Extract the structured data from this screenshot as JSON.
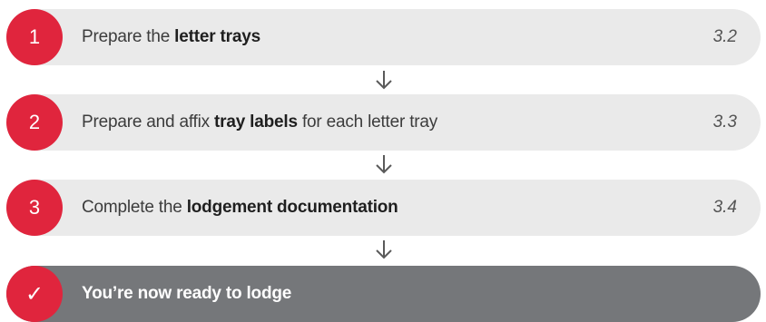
{
  "steps": [
    {
      "number": "1",
      "text_before": "Prepare the ",
      "text_bold": "letter trays",
      "text_after": "",
      "ref": "3.2"
    },
    {
      "number": "2",
      "text_before": "Prepare and affix ",
      "text_bold": "tray labels",
      "text_after": " for each letter tray",
      "ref": "3.3"
    },
    {
      "number": "3",
      "text_before": "Complete the ",
      "text_bold": "lodgement documentation",
      "text_after": "",
      "ref": "3.4"
    }
  ],
  "final_step": {
    "icon": "check-icon",
    "symbol": "✓",
    "text": "You’re now ready to lodge"
  },
  "colors": {
    "accent_red": "#e0253d",
    "bar_light": "#eaeaea",
    "bar_dark": "#75777a",
    "arrow": "#5a5a5a"
  }
}
